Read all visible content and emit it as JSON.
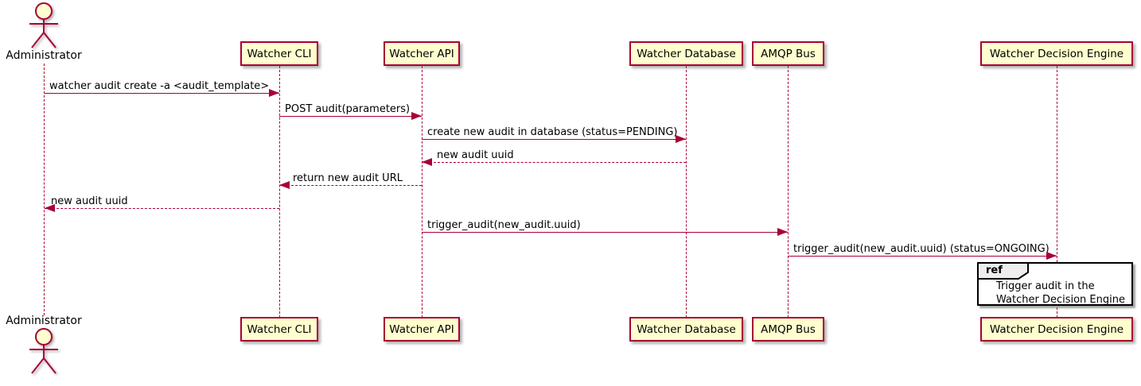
{
  "type": "sequence-diagram",
  "actor": {
    "name": "Administrator"
  },
  "participants": [
    {
      "name": "Watcher CLI"
    },
    {
      "name": "Watcher API"
    },
    {
      "name": "Watcher Database"
    },
    {
      "name": "AMQP Bus"
    },
    {
      "name": "Watcher Decision Engine"
    }
  ],
  "messages": [
    {
      "from": "Administrator",
      "to": "Watcher CLI",
      "label": "watcher audit create -a <audit_template>",
      "line": "solid"
    },
    {
      "from": "Watcher CLI",
      "to": "Watcher API",
      "label": "POST audit(parameters)",
      "line": "solid"
    },
    {
      "from": "Watcher API",
      "to": "Watcher Database",
      "label": "create new audit in database (status=PENDING)",
      "line": "solid"
    },
    {
      "from": "Watcher Database",
      "to": "Watcher API",
      "label": "new audit uuid",
      "line": "dashed"
    },
    {
      "from": "Watcher API",
      "to": "Watcher CLI",
      "label": "return new audit URL",
      "line": "dashed"
    },
    {
      "from": "Watcher CLI",
      "to": "Administrator",
      "label": "new audit uuid",
      "line": "dashed"
    },
    {
      "from": "Watcher API",
      "to": "AMQP Bus",
      "label": "trigger_audit(new_audit.uuid)",
      "line": "solid"
    },
    {
      "from": "AMQP Bus",
      "to": "Watcher Decision Engine",
      "label": "trigger_audit(new_audit.uuid) (status=ONGOING)",
      "line": "solid"
    }
  ],
  "ref": {
    "keyword": "ref",
    "line1": "Trigger audit in the",
    "line2": "Watcher Decision Engine"
  },
  "colors": {
    "accent": "#A80036",
    "participant_fill": "#FEFECE",
    "text": "#000000",
    "ref_tag_fill": "#EEEEEE",
    "frame_border": "#000000"
  }
}
